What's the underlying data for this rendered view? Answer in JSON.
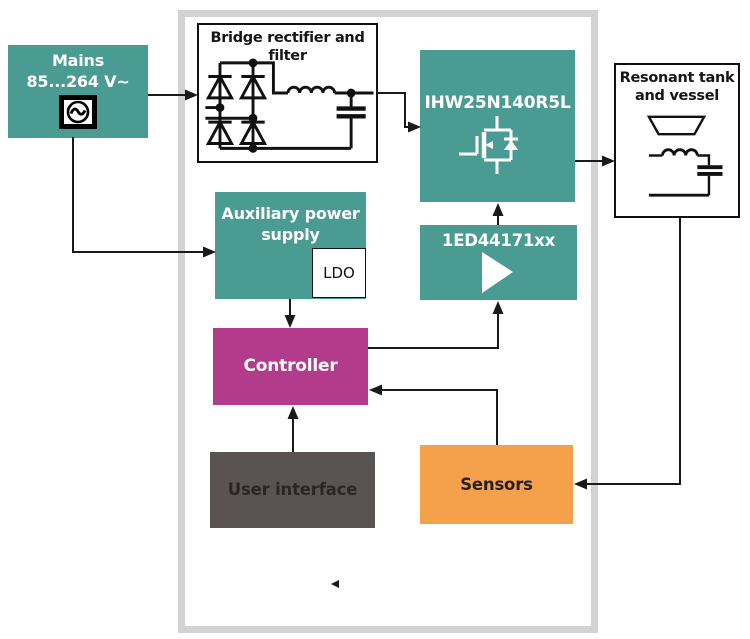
{
  "blocks": {
    "mains": {
      "line1": "Mains",
      "line2": "85...264 V~"
    },
    "bridge_rectifier": {
      "title": "Bridge rectifier and filter"
    },
    "igbt": {
      "part_number": "IHW25N140R5L"
    },
    "resonant_tank": {
      "line1": "Resonant tank",
      "line2": "and vessel"
    },
    "aux_supply": {
      "line1": "Auxiliary power",
      "line2": "supply",
      "ldo": "LDO"
    },
    "gate_driver": {
      "part_number": "1ED44171xx"
    },
    "controller": {
      "label": "Controller"
    },
    "user_interface": {
      "label": "User interface"
    },
    "sensors": {
      "label": "Sensors"
    }
  },
  "icons": {
    "ac_source": "ac-source-icon",
    "bridge_circuit": "bridge-rectifier-circuit-icon",
    "igbt_symbol": "igbt-symbol-icon",
    "driver_amplifier": "amplifier-triangle-icon",
    "tank_circuit": "resonant-tank-circuit-icon"
  },
  "colors": {
    "teal": "#4a9c92",
    "magenta": "#b23c8b",
    "orange": "#f5a04b",
    "dark_gray": "#595453",
    "frame_gray": "#d2d2d2",
    "line_black": "#1a1a1a",
    "white": "#ffffff"
  }
}
